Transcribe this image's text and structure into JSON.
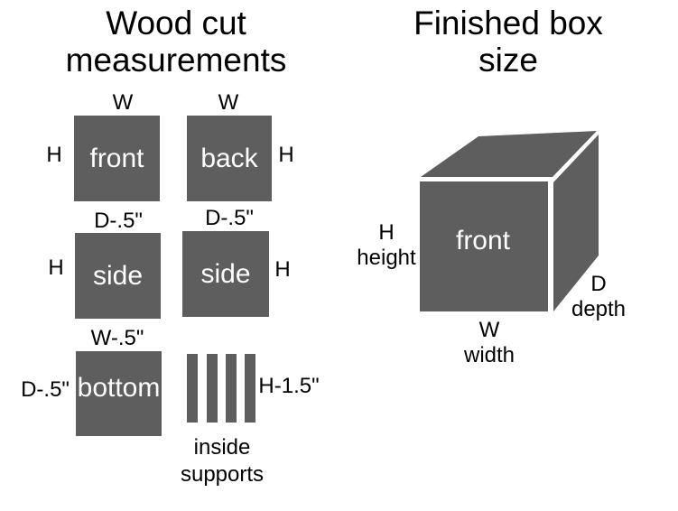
{
  "titles": {
    "left": "Wood cut measurements",
    "right": "Finished box size"
  },
  "cuts": {
    "front": {
      "label": "front",
      "top": "W",
      "side": "H"
    },
    "back": {
      "label": "back",
      "top": "W",
      "side": "H"
    },
    "side_left": {
      "label": "side",
      "top": "D-.5\"",
      "side": "H"
    },
    "side_right": {
      "label": "side",
      "top": "D-.5\"",
      "side": "H"
    },
    "bottom": {
      "label": "bottom",
      "top": "W-.5\"",
      "side": "D-.5\""
    },
    "supports": {
      "height": "H-1.5\"",
      "caption_line1": "inside",
      "caption_line2": "supports",
      "bar_count": 4
    }
  },
  "finished_box": {
    "front_label": "front",
    "height_abbr": "H",
    "height_word": "height",
    "width_abbr": "W",
    "width_word": "width",
    "depth_abbr": "D",
    "depth_word": "depth"
  },
  "colors": {
    "wood_gray": "#5e5e5e",
    "ink": "#000000",
    "background": "#ffffff"
  }
}
